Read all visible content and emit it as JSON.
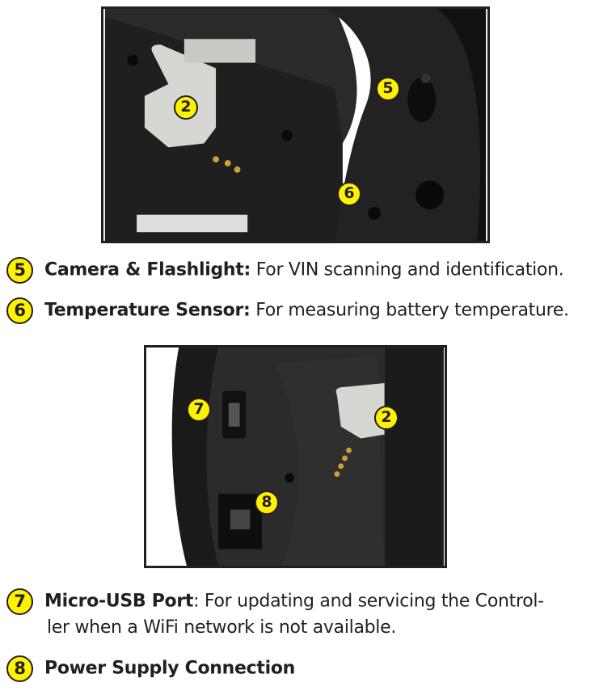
{
  "photo_top": {
    "callouts": [
      "2",
      "5",
      "6"
    ]
  },
  "photo_bottom": {
    "callouts": [
      "7",
      "2",
      "8"
    ]
  },
  "items": [
    {
      "number": "5",
      "title": "Camera & Flashlight:",
      "description": " For VIN scanning and identification."
    },
    {
      "number": "6",
      "title": "Temperature Sensor:",
      "description": " For measuring battery temperature."
    },
    {
      "number": "7",
      "title": "Micro-USB Port",
      "description": ": For updating and servicing the Control-",
      "description_cont": "ler when a WiFi network is not available."
    },
    {
      "number": "8",
      "title": "Power Supply Connection",
      "description": ""
    }
  ],
  "colors": {
    "callout_fill": "#fff200",
    "ink": "#231f20"
  }
}
